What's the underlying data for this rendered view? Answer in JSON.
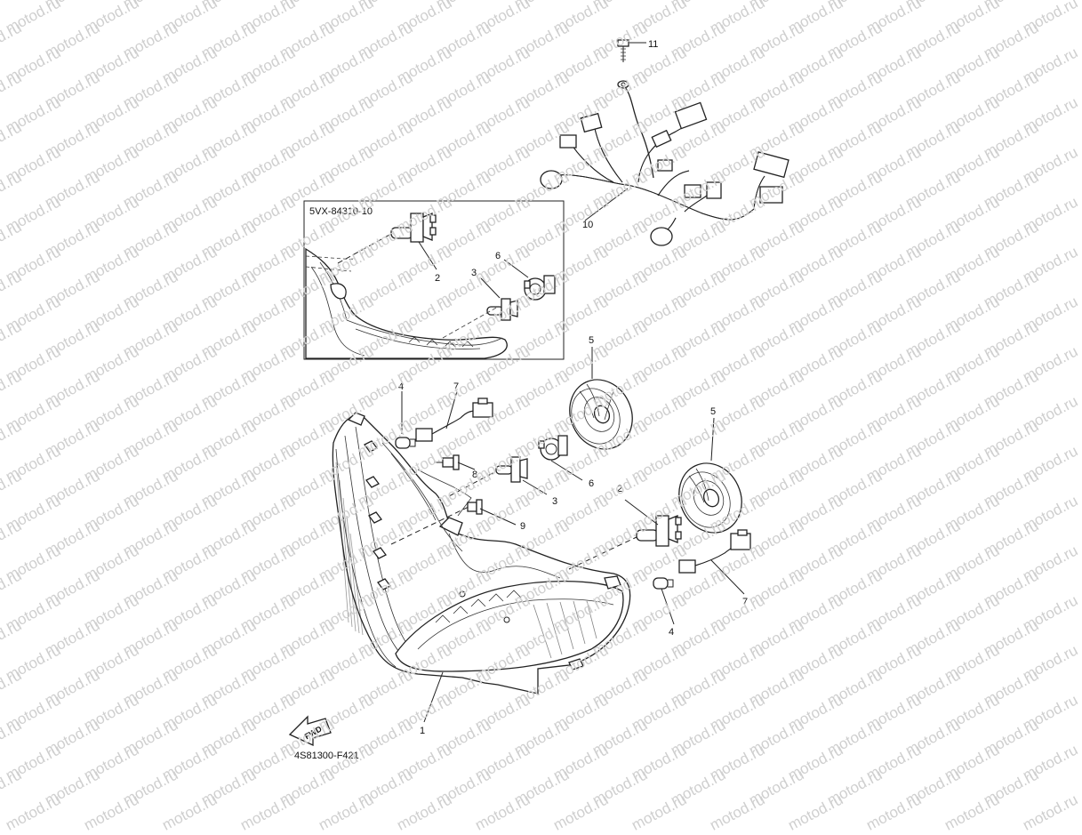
{
  "watermark": {
    "text": "motod.ru"
  },
  "inset": {
    "code": "5VX-84310-10",
    "callouts": [
      "2",
      "3",
      "6"
    ]
  },
  "diagram_code": "4S81300-F421",
  "fwd_label": "FWD",
  "callouts": {
    "harness_bolt": "11",
    "harness": "10",
    "socket_left": "4",
    "cord_left": "7",
    "reflector_top": "5",
    "reflector_right": "5",
    "screw_upper": "8",
    "bulb_small": "3",
    "bulb_holder": "6",
    "screw_lower": "9",
    "bulb_main": "2",
    "socket_right": "4",
    "cord_right": "7",
    "headlight": "1"
  }
}
